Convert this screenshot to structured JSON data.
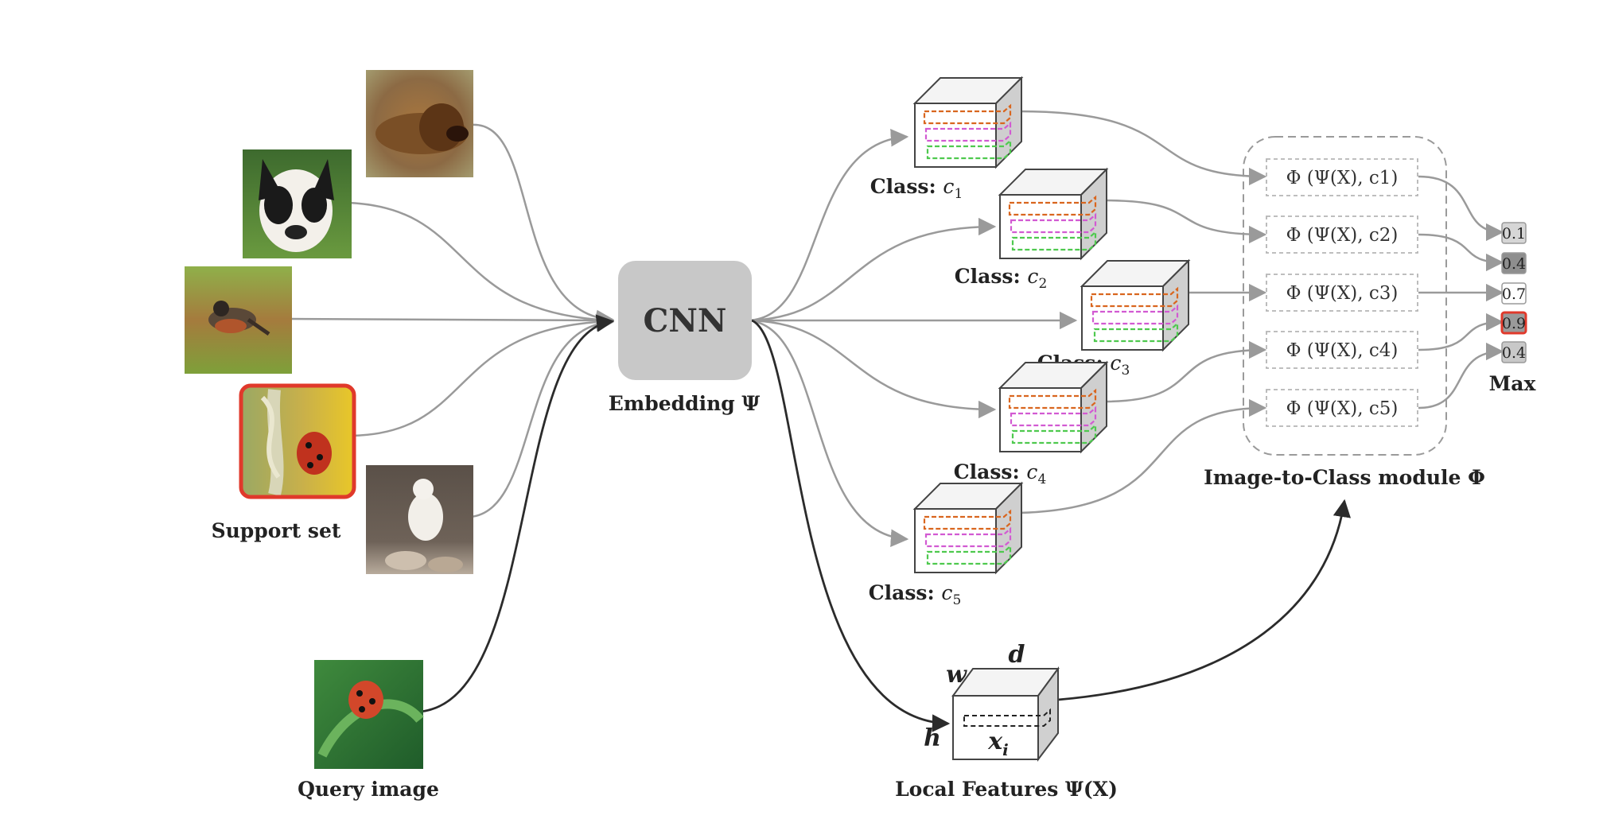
{
  "support_set_label": "Support set",
  "query_label": "Query image",
  "cnn_label": "CNN",
  "embedding_label": "Embedding Ψ",
  "class_prefix": "Class: ",
  "classes": [
    "c1",
    "c2",
    "c3",
    "c4",
    "c5"
  ],
  "local_features_label": "Local Features Ψ(X)",
  "local_feature_dims": {
    "w": "w",
    "d": "d",
    "h": "h",
    "x": "x",
    "x_sub": "i"
  },
  "module_label": "Image-to-Class module Φ",
  "module_rows": [
    "Φ (Ψ(X), c1)",
    "Φ (Ψ(X), c2)",
    "Φ (Ψ(X), c3)",
    "Φ (Ψ(X), c4)",
    "Φ (Ψ(X), c5)"
  ],
  "scores": [
    "0.1",
    "0.4",
    "0.7",
    "0.9",
    "0.4"
  ],
  "max_label": "Max",
  "highlight_score_index": 3,
  "colors": {
    "arrow_gray": "#9a9a9a",
    "arrow_dark": "#2b2b2b",
    "cnn_fill": "#c8c8c8",
    "highlight_red": "#e0392b",
    "feature_orange": "#d9661f",
    "feature_magenta": "#d25ad2",
    "feature_green": "#4ec94e"
  },
  "images": {
    "support": [
      "lion",
      "bulldog",
      "robin",
      "ladybug-on-grass",
      "white-cat"
    ],
    "query": "ladybug-on-leaf"
  }
}
